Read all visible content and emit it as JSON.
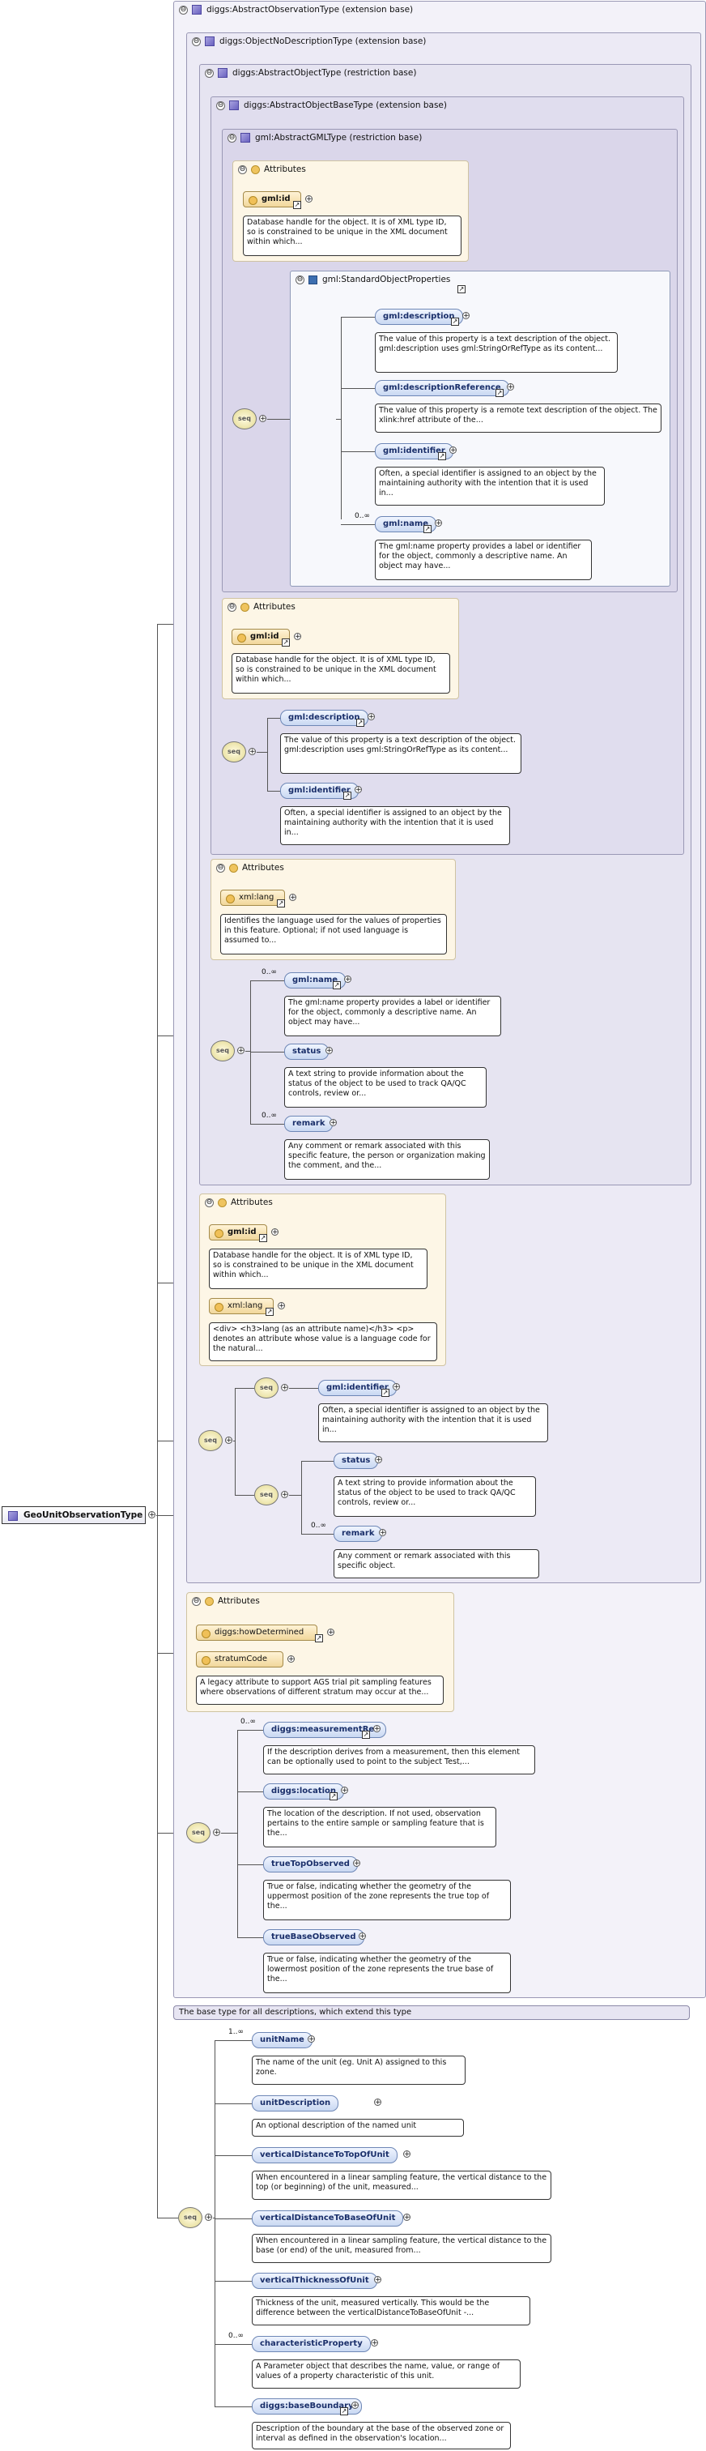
{
  "root": {
    "label": "GeoUnitObservationType"
  },
  "types": {
    "abstract_observation": "diggs:AbstractObservationType (extension base)",
    "object_no_description": "diggs:ObjectNoDescriptionType (extension base)",
    "abstract_object": "diggs:AbstractObjectType (restriction base)",
    "abstract_object_base": "diggs:AbstractObjectBaseType (extension base)",
    "abstract_gml": "gml:AbstractGMLType (restriction base)",
    "standard_props": "gml:StandardObjectProperties"
  },
  "common": {
    "attributes": "Attributes",
    "seq_icon": "seq"
  },
  "gml_block": {
    "gml_id": "gml:id",
    "gml_id_desc": "Database handle for the object. It is of XML type ID, so is constrained to be unique in the XML document within which...",
    "items": [
      {
        "name": "gml:description",
        "mult": "",
        "desc": "The value of this property is a text description of the object. gml:description uses gml:StringOrRefType as its content..."
      },
      {
        "name": "gml:descriptionReference",
        "mult": "",
        "desc": "The value of this property is a remote text description of the object. The xlink:href attribute of the..."
      },
      {
        "name": "gml:identifier",
        "mult": "",
        "desc": "Often, a special identifier is assigned to an object by the maintaining authority with the intention that it is used in..."
      },
      {
        "name": "gml:name",
        "mult": "0..∞",
        "desc": "The gml:name property provides a label or identifier for the object, commonly a descriptive name. An object may have..."
      }
    ]
  },
  "base_block": {
    "gml_id": "gml:id",
    "gml_id_desc": "Database handle for the object. It is of XML type ID, so is constrained to be unique in the XML document within which...",
    "items": [
      {
        "name": "gml:description",
        "desc": "The value of this property is a text description of the object. gml:description uses gml:StringOrRefType as its content..."
      },
      {
        "name": "gml:identifier",
        "desc": "Often, a special identifier is assigned to an object by the maintaining authority with the intention that it is used in..."
      }
    ]
  },
  "object_block": {
    "xml_lang": "xml:lang",
    "xml_lang_desc": "Identifies the language used for the values of properties in this feature. Optional; if not used language is assumed to...",
    "items": [
      {
        "name": "gml:name",
        "mult": "0..∞",
        "desc": "The gml:name property provides a label or identifier for the object, commonly a descriptive name. An object may have..."
      },
      {
        "name": "status",
        "mult": "",
        "desc": "A text string to provide information about the status of the object to be used to track QA/QC controls, review or..."
      },
      {
        "name": "remark",
        "mult": "0..∞",
        "desc": "Any comment or remark associated with this specific feature, the person or organization making the comment, and the..."
      }
    ]
  },
  "nodesc_block": {
    "gml_id": "gml:id",
    "gml_id_desc": "Database handle for the object. It is of XML type ID, so is constrained to be unique in the XML document within which...",
    "xml_lang": "xml:lang",
    "xml_lang_desc": "<div> <h3>lang (as an attribute name)</h3> <p> denotes an attribute whose value is a language code for the natural...",
    "identifier": {
      "name": "gml:identifier",
      "desc": "Often, a special identifier is assigned to an object by the maintaining authority with the intention that it is used in..."
    },
    "status": {
      "name": "status",
      "desc": "A text string to provide information about the status of the object to be used to track QA/QC controls, review or..."
    },
    "remark": {
      "name": "remark",
      "mult": "0..∞",
      "desc": "Any comment or remark associated with this specific object."
    }
  },
  "obs_block": {
    "how_determined": "diggs:howDetermined",
    "stratum_code": "stratumCode",
    "stratum_code_desc": "A legacy attribute to support AGS trial pit sampling features where observations of different stratum may occur at the...",
    "items": [
      {
        "name": "diggs:measurementRef",
        "mult": "0..∞",
        "desc": "If the description derives from a measurement, then this element can be optionally used to point to the subject Test,..."
      },
      {
        "name": "diggs:location",
        "mult": "",
        "desc": "The location of the description. If not used, observation pertains to the entire sample or sampling feature that is the..."
      },
      {
        "name": "trueTopObserved",
        "mult": "",
        "desc": "True or false, indicating whether the geometry of the uppermost position of the zone represents the true top of the..."
      },
      {
        "name": "trueBaseObserved",
        "mult": "",
        "desc": "True or false, indicating whether the geometry of the lowermost position of the zone represents the true base of the..."
      }
    ]
  },
  "base_note": "The base type for all descriptions, which extend this type",
  "unit_block": {
    "items": [
      {
        "name": "unitName",
        "mult": "1..∞",
        "desc": "The name of the unit (eg. Unit A) assigned to this zone."
      },
      {
        "name": "unitDescription",
        "mult": "",
        "desc": "An optional description of the named unit"
      },
      {
        "name": "verticalDistanceToTopOfUnit",
        "mult": "",
        "desc": "When encountered in a linear sampling feature, the vertical distance to the top (or beginning) of the unit, measured..."
      },
      {
        "name": "verticalDistanceToBaseOfUnit",
        "mult": "",
        "desc": "When encountered in a linear sampling feature, the vertical distance to the base (or end) of the unit, measured from..."
      },
      {
        "name": "verticalThicknessOfUnit",
        "mult": "",
        "desc": "Thickness of the unit, measured vertically. This would be the difference between the verticalDistanceToBaseOfUnit -..."
      },
      {
        "name": "characteristicProperty",
        "mult": "0..∞",
        "desc": "A Parameter object that describes the name, value, or range of values of a property characteristic of this unit."
      },
      {
        "name": "diggs:baseBoundary",
        "mult": "",
        "desc": "Description of the boundary at the base of the observed zone or interval as defined in the observation's location..."
      }
    ]
  },
  "icons": {
    "expand": "⊖",
    "plus": "+",
    "link": "↗"
  }
}
